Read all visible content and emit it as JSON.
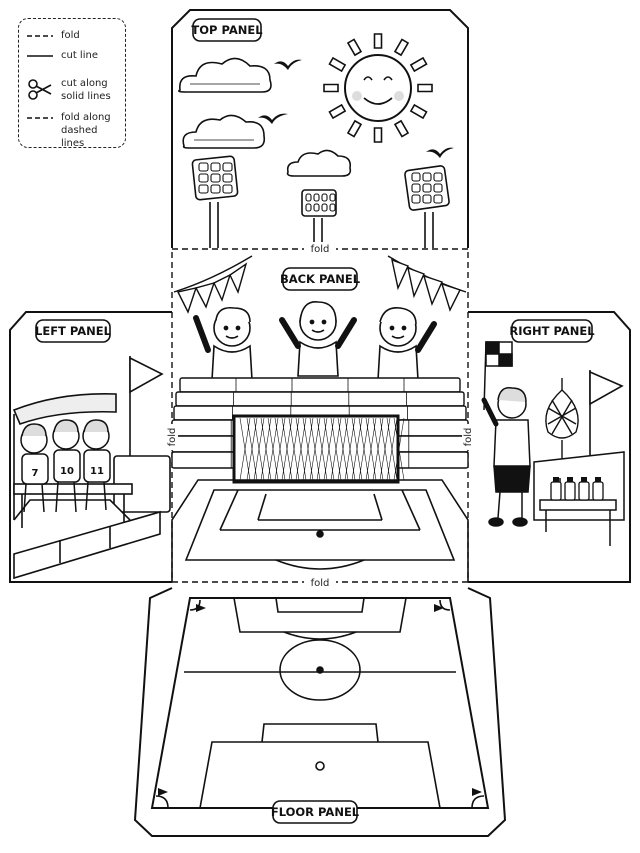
{
  "legend": {
    "fold": "fold",
    "cut_line": "cut line",
    "cut_instruction_1": "cut along",
    "cut_instruction_2": "solid lines",
    "fold_instruction_1": "fold along",
    "fold_instruction_2": "dashed lines"
  },
  "panels": {
    "top": "TOP PANEL",
    "back": "BACK PANEL",
    "left": "LEFT PANEL",
    "right": "RIGHT PANEL",
    "floor": "FLOOR PANEL"
  },
  "fold_labels": {
    "top_back": "fold",
    "back_floor": "fold",
    "left_back": "fold",
    "back_right": "fold"
  },
  "players": {
    "number_1": "7",
    "number_2": "10",
    "number_3": "11"
  },
  "colors": {
    "ink": "#111111",
    "paper": "#ffffff",
    "light_fill": "#f4f4f4"
  },
  "icons": [
    "scissors-icon",
    "sun-icon",
    "bird-icon",
    "cloud-icon",
    "floodlight-icon",
    "flag-icon",
    "goal-icon",
    "ball-net-icon",
    "bottle-icon"
  ]
}
